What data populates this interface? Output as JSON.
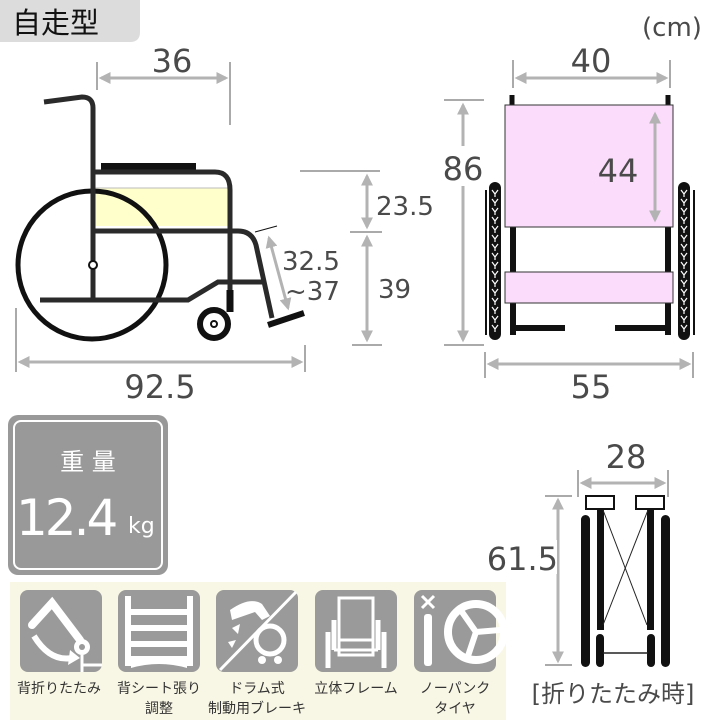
{
  "header": {
    "title": "自走型",
    "unit": "(cm)"
  },
  "side_view": {
    "seat_depth": "36",
    "footrest_range_min": "32.5",
    "footrest_range_max": "~37",
    "armrest_height": "23.5",
    "seat_height": "39",
    "total_length": "92.5"
  },
  "front_view": {
    "seat_width": "40",
    "total_height": "86",
    "back_height": "44",
    "total_width": "55"
  },
  "weight": {
    "label": "重 量",
    "value": "12.4",
    "unit": "kg"
  },
  "features": [
    {
      "icon": "back-folding-icon",
      "label": "背折りたたみ",
      "label2": ""
    },
    {
      "icon": "back-upholstery-icon",
      "label": "背シート張り",
      "label2": "調整"
    },
    {
      "icon": "drum-brake-icon",
      "label": "ドラム式",
      "label2": "制動用ブレーキ"
    },
    {
      "icon": "frame-icon",
      "label": "立体フレーム",
      "label2": ""
    },
    {
      "icon": "puncture-free-tire-icon",
      "label": "ノーパンク",
      "label2": "タイヤ"
    }
  ],
  "folded_view": {
    "width": "28",
    "height": "61.5",
    "caption": "[折りたたみ時]"
  },
  "colors": {
    "seat": "#ffffcc",
    "upholstery": "#fbdcfb",
    "arrow": "#b3b3b3",
    "icon_bg": "#9a9a9a",
    "strip_bg": "#f8f6e4"
  }
}
